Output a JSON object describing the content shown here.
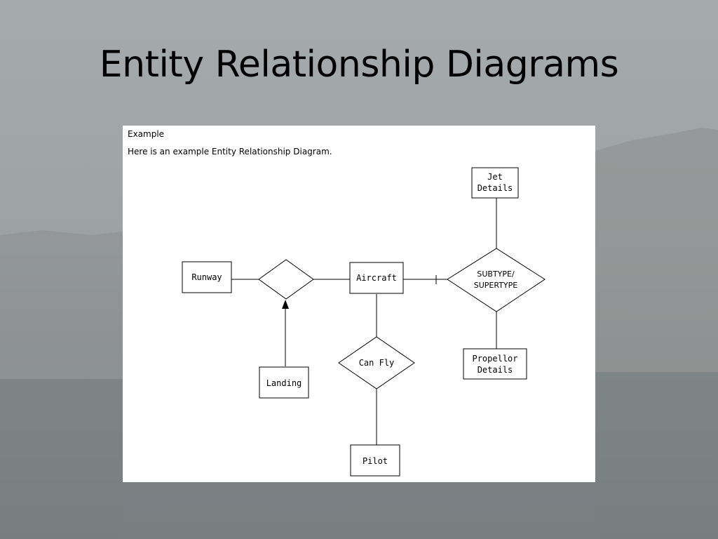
{
  "slide": {
    "title": "Entity Relationship Diagrams"
  },
  "figure": {
    "heading": "Example",
    "caption": "Here is an example Entity Relationship Diagram."
  },
  "entities": {
    "runway": "Runway",
    "aircraft": "Aircraft",
    "landing": "Landing",
    "pilot": "Pilot",
    "jet_details": [
      "Jet",
      "Details"
    ],
    "propellor_details": [
      "Propellor",
      "Details"
    ]
  },
  "relationships": {
    "runway_aircraft": "",
    "can_fly": "Can Fly",
    "subtype_supertype": [
      "SUBTYPE/",
      "SUPERTYPE"
    ]
  },
  "colors": {
    "ink": "#000000",
    "figure_background": "#ffffff"
  }
}
